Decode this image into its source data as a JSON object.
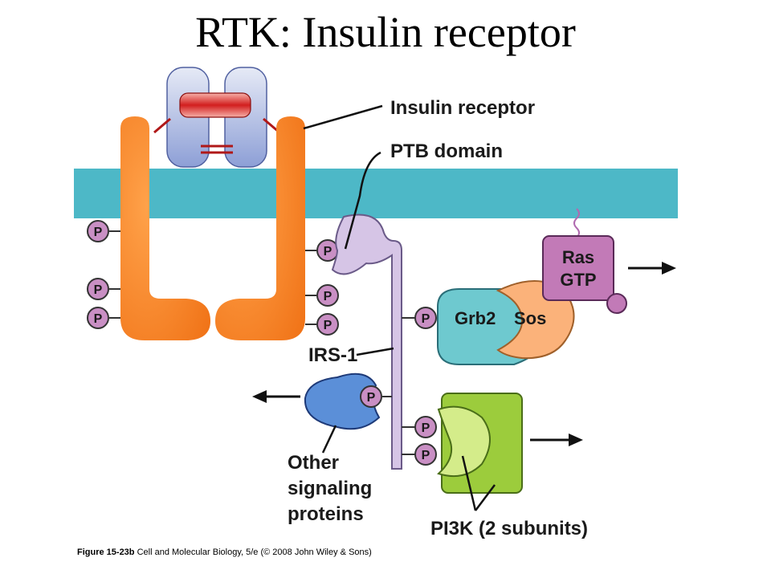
{
  "title": "RTK: Insulin receptor",
  "labels": {
    "insulin_receptor": "Insulin receptor",
    "ptb_domain": "PTB domain",
    "irs1": "IRS-1",
    "grb2": "Grb2",
    "sos": "Sos",
    "ras_line1": "Ras",
    "ras_line2": "GTP",
    "other_line1": "Other",
    "other_line2": "signaling",
    "other_line3": "proteins",
    "pi3k": "PI3K (2 subunits)",
    "phospho": "P"
  },
  "caption": {
    "figure": "Figure 15-23b",
    "source": "Cell and Molecular Biology, 5/e (© 2008 John Wiley & Sons)"
  },
  "colors": {
    "membrane": "#4db8c7",
    "receptor": "#f47a20",
    "insulin": "#a9b6df",
    "irs1": "#d6c5e6",
    "grb2": "#6ec9cf",
    "sos": "#fbb27a",
    "ras": "#c27ab7",
    "other": "#5b8fd8",
    "pi3k_outer": "#9ccc3c",
    "pi3k_inner": "#d4ec8a",
    "phospho": "#c98fc4"
  }
}
